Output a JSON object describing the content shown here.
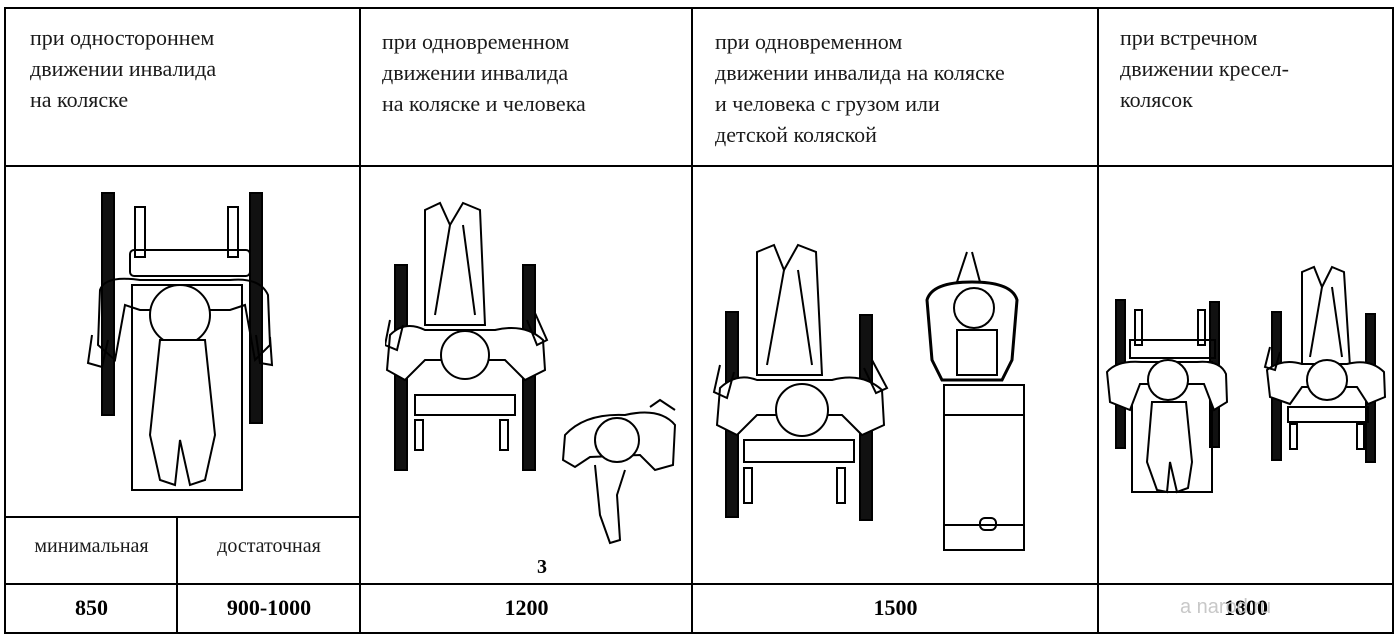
{
  "columns": [
    {
      "header": "при одностороннем\nдвижении инвалида\nна коляске"
    },
    {
      "header": "при одновременном\nдвижении инвалида\nна коляске и человека"
    },
    {
      "header": "при одновременном\nдвижении инвалида на коляске\nи человека с грузом или\nдетской коляской"
    },
    {
      "header": "при встречном\nдвижении кресел-\nколясок"
    }
  ],
  "sub_labels": {
    "minimal": "минимальная",
    "sufficient": "достаточная"
  },
  "figure_label": "3",
  "widths": {
    "minimal": "850",
    "sufficient": "900-1000",
    "col2": "1200",
    "col3": "1500",
    "col4": "1800"
  },
  "watermark": "a           narod.ru"
}
